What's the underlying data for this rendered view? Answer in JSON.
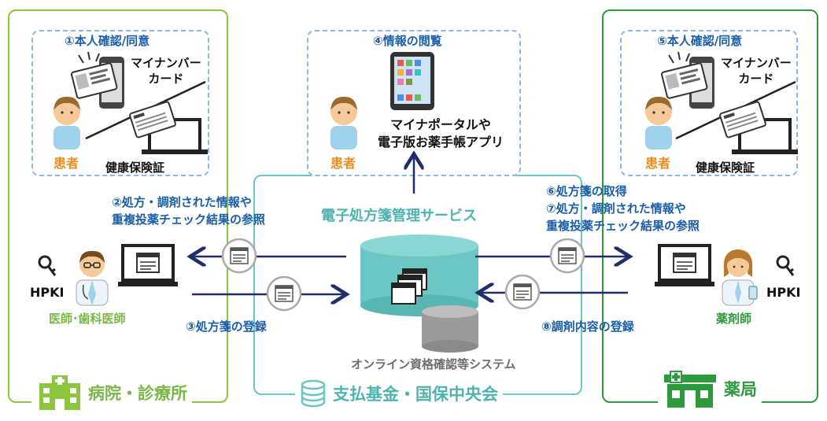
{
  "sections": {
    "hospital": "病院・診療所",
    "pharmacy": "薬局",
    "fund": "支払基金・国保中央会"
  },
  "steps": {
    "step1": "①本人確認/同意",
    "step2_line1": "②処方・調剤された情報や",
    "step2_line2": "重複投薬チェック結果の参照",
    "step3": "③処方箋の登録",
    "step4": "④情報の閲覧",
    "step5": "⑤本人確認/同意",
    "step6": "⑥処方箋の取得",
    "step7_line1": "⑦処方・調剤された情報や",
    "step7_line2": "重複投薬チェック結果の参照",
    "step8": "⑧調剤内容の登録"
  },
  "cards": {
    "mynumber_line1": "マイナンバー",
    "mynumber_line2": "カード",
    "insurance": "健康保険証",
    "patient": "患者"
  },
  "portal": {
    "line1": "マイナポータルや",
    "line2": "電子版お薬手帳アプリ"
  },
  "service": {
    "epres": "電子処方箋管理サービス",
    "online": "オンライン資格確認等システム"
  },
  "actors": {
    "doctor": "医師･歯科医師",
    "pharmacist": "薬剤師",
    "hpki": "HPKI"
  },
  "colors": {
    "hospital": "#8cc63f",
    "pharmacy": "#2e9a3e",
    "fund": "#6cc6c4",
    "step_text": "#1a5ea8",
    "arrow": "#1f2d6b",
    "patient_label": "#f08b1e"
  }
}
